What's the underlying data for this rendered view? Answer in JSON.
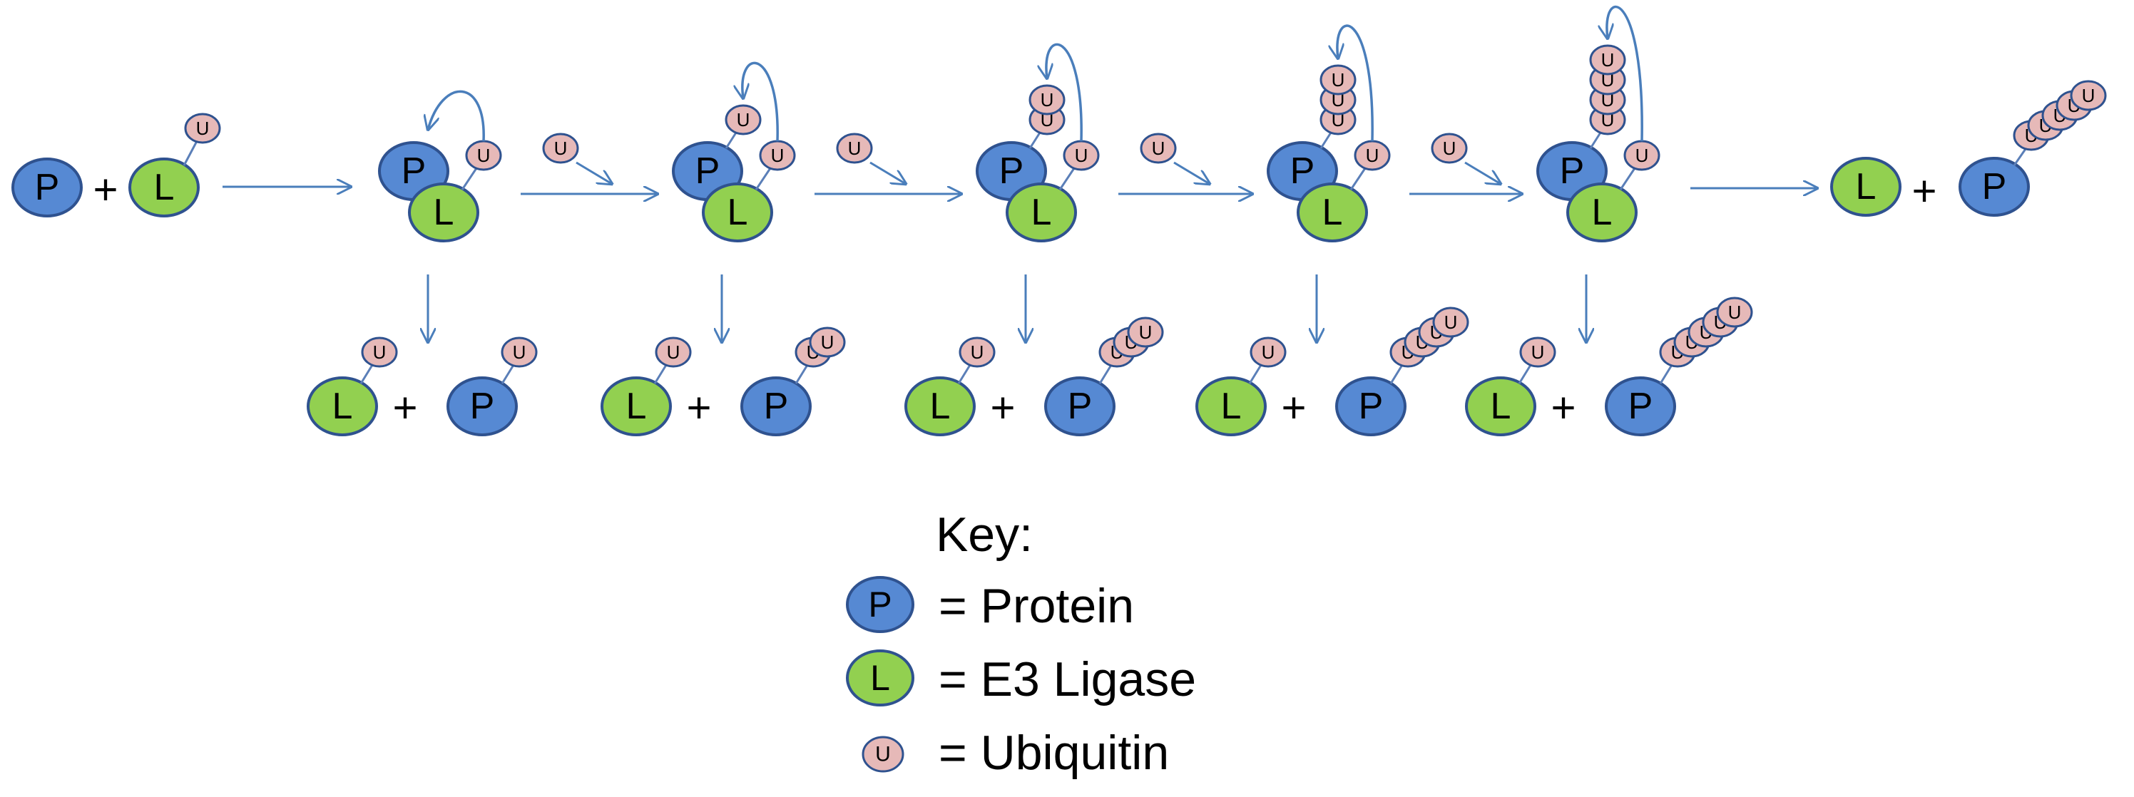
{
  "symbols": {
    "protein": "P",
    "ligase": "L",
    "ubiquitin": "U",
    "plus": "+"
  },
  "colors": {
    "protein_fill": "#5689d3",
    "ligase_fill": "#92d050",
    "ubiquitin_fill": "#e6b9b8",
    "stroke": "#2f528f",
    "arrow": "#4a7ebb",
    "text": "#000000"
  },
  "stages": [
    {
      "index": 0,
      "bound_ubiquitin": 0,
      "released_chain_length": 0
    },
    {
      "index": 1,
      "bound_ubiquitin": 0,
      "released_chain_length": 1
    },
    {
      "index": 2,
      "bound_ubiquitin": 1,
      "released_chain_length": 2
    },
    {
      "index": 3,
      "bound_ubiquitin": 2,
      "released_chain_length": 3
    },
    {
      "index": 4,
      "bound_ubiquitin": 3,
      "released_chain_length": 4
    },
    {
      "index": 5,
      "bound_ubiquitin": 4,
      "released_chain_length": 5
    }
  ],
  "final_product_chain_length": 5,
  "key": {
    "title": "Key:",
    "items": [
      {
        "symbol": "P",
        "label": "= Protein",
        "kind": "protein"
      },
      {
        "symbol": "L",
        "label": "= E3 Ligase",
        "kind": "ligase"
      },
      {
        "symbol": "U",
        "label": "= Ubiquitin",
        "kind": "ubiquitin"
      }
    ]
  }
}
